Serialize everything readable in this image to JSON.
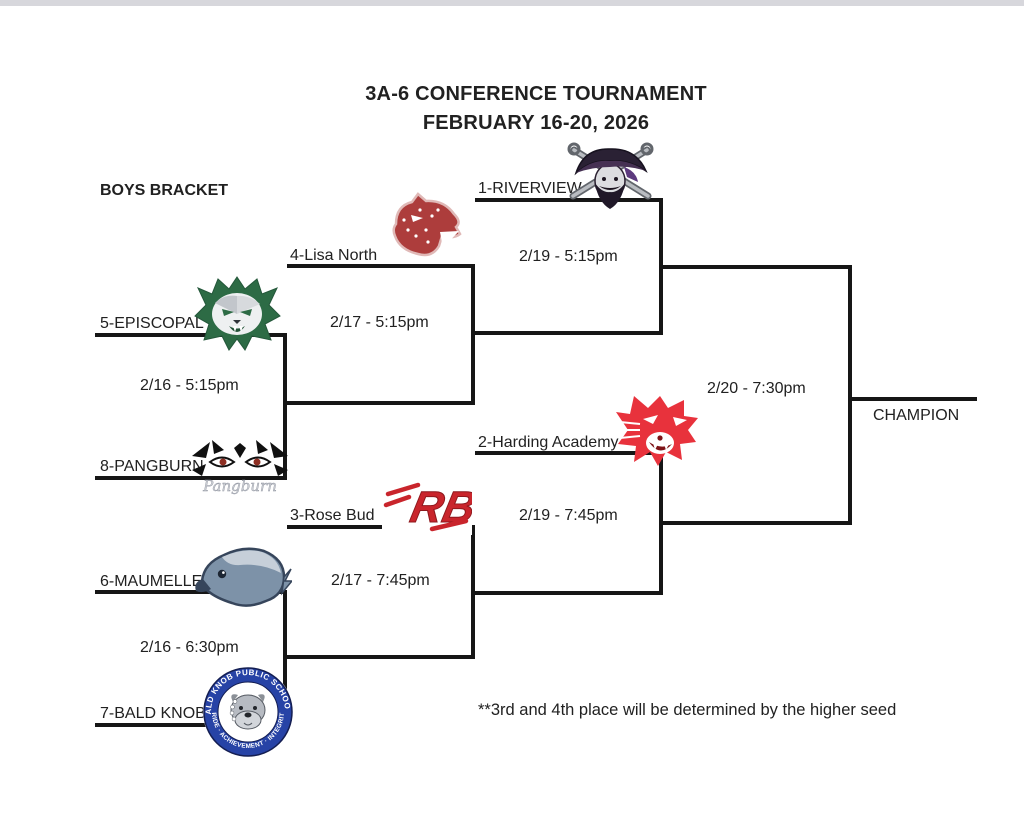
{
  "header": {
    "title_line1": "3A-6 CONFERENCE TOURNAMENT",
    "title_line2": "FEBRUARY 16-20, 2026",
    "bracket_label": "BOYS BRACKET"
  },
  "teams": {
    "riverview": {
      "label": "1-RIVERVIEW",
      "icon": "pirate-icon",
      "color": "#5d3a7e"
    },
    "lisa_north": {
      "label": "4-Lisa North",
      "icon": "jaguar-icon",
      "color": "#ad3d3c"
    },
    "episcopal": {
      "label": "5-EPISCOPAL",
      "icon": "green-wildcat-icon",
      "color": "#2d6b45"
    },
    "pangburn": {
      "label": "8-PANGBURN",
      "icon": "tiger-eyes-icon",
      "color": "#141414",
      "script_text": "Pangburn"
    },
    "harding_academy": {
      "label": "2-Harding Academy",
      "icon": "red-wildcat-icon",
      "color": "#e8323c"
    },
    "rose_bud": {
      "label": "3-Rose Bud",
      "icon": "rb-monogram-icon",
      "color": "#c9252c",
      "monogram": "RB"
    },
    "maumelle": {
      "label": "6-MAUMELLE",
      "icon": "hawk-icon",
      "color": "#7d92a8"
    },
    "bald_knob": {
      "label": "7-BALD KNOB",
      "icon": "bulldog-badge-icon",
      "color": "#2743a6",
      "badge_top": "BALD KNOB PUBLIC SCHOOLS",
      "badge_bottom": "PRIDE · ACHIEVEMENT · INTEGRITY"
    }
  },
  "games": {
    "r1_top": {
      "time": "2/16 - 5:15pm"
    },
    "r1_bottom": {
      "time": "2/16 - 6:30pm"
    },
    "qf_top": {
      "time": "2/17 - 5:15pm"
    },
    "qf_bottom": {
      "time": "2/17 - 7:45pm"
    },
    "sf_top": {
      "time": "2/19 - 5:15pm"
    },
    "sf_bottom": {
      "time": "2/19 - 7:45pm"
    },
    "final": {
      "time": "2/20 - 7:30pm",
      "winner_label": "CHAMPION"
    }
  },
  "footnote": "**3rd and 4th place will be determined by the higher seed",
  "colors": {
    "line": "#161616",
    "text": "#212121"
  }
}
